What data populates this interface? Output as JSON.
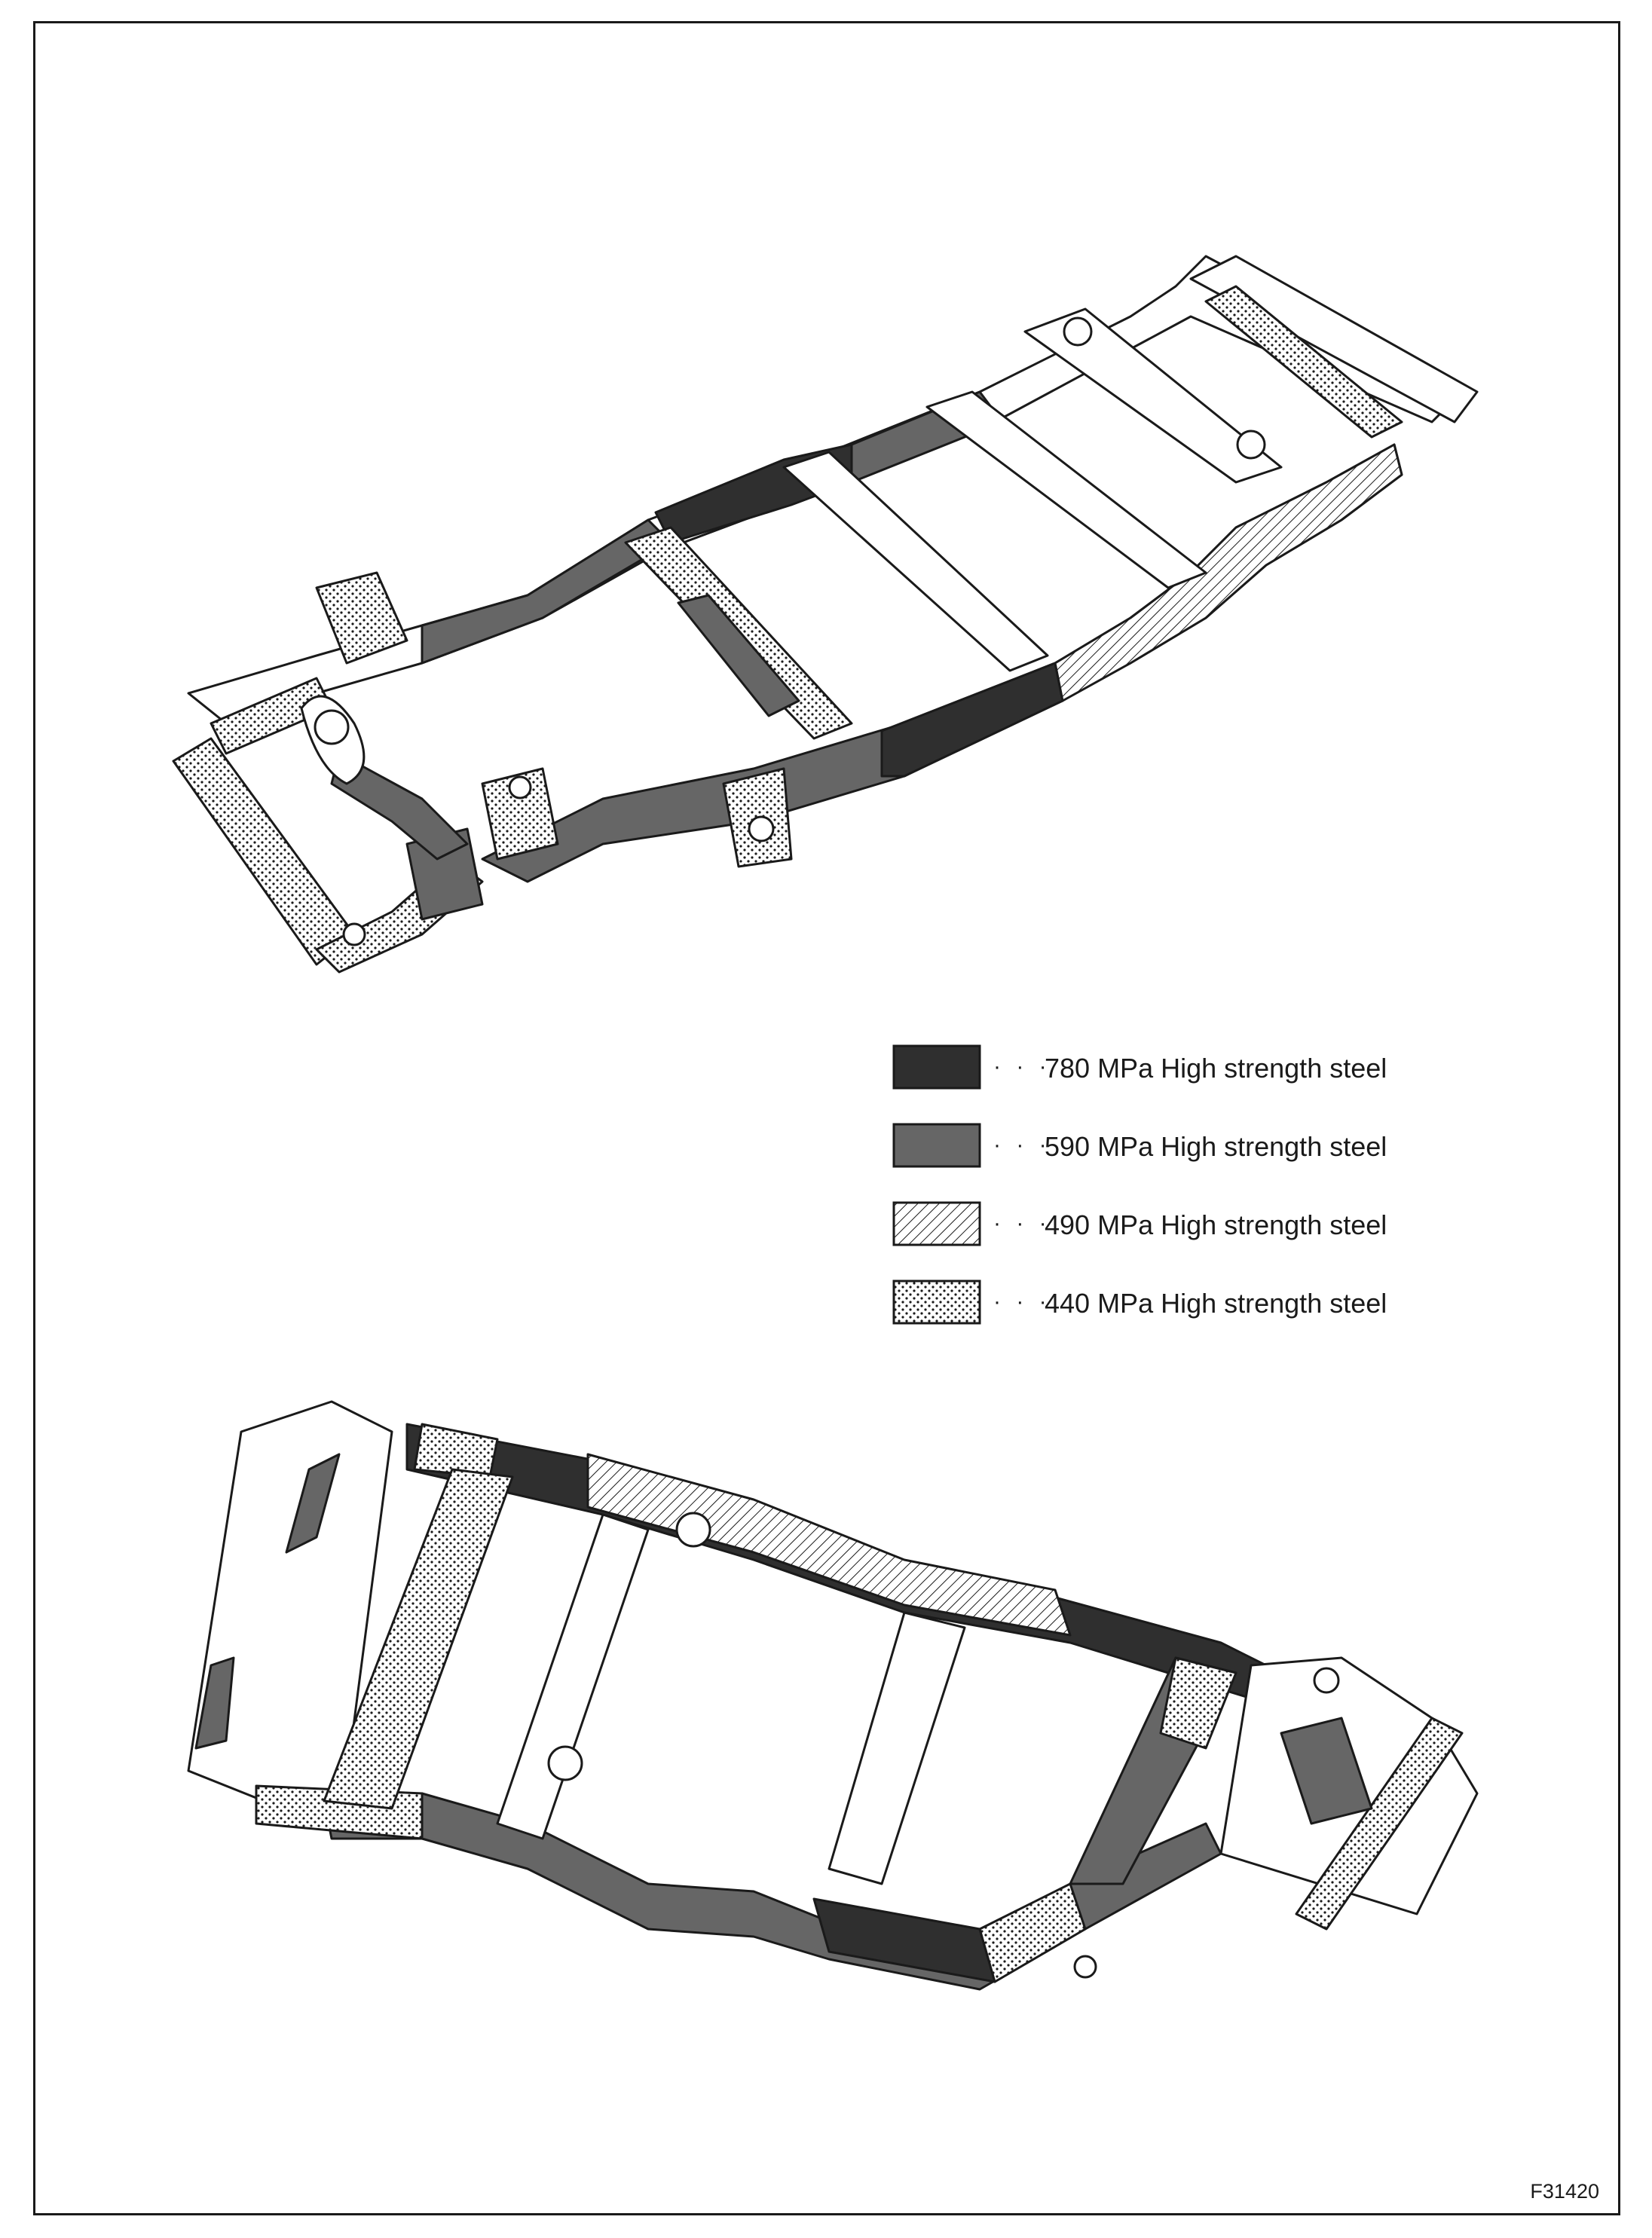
{
  "figure_id": "F31420",
  "legend": [
    {
      "label": "780 MPa High strength steel",
      "fill": "#2f2f2f",
      "pattern": "solid"
    },
    {
      "label": "590 MPa High strength steel",
      "fill": "#666666",
      "pattern": "solid"
    },
    {
      "label": "490 MPa High strength steel",
      "fill": "#ffffff",
      "pattern": "diagonal-hatch"
    },
    {
      "label": "440 MPa High strength steel",
      "fill": "#ffffff",
      "pattern": "dotted"
    }
  ],
  "legend_leader": "· · ·",
  "colors": {
    "line": "#1a1a1a",
    "steel_780": "#2f2f2f",
    "steel_590": "#666666",
    "background": "#ffffff"
  }
}
